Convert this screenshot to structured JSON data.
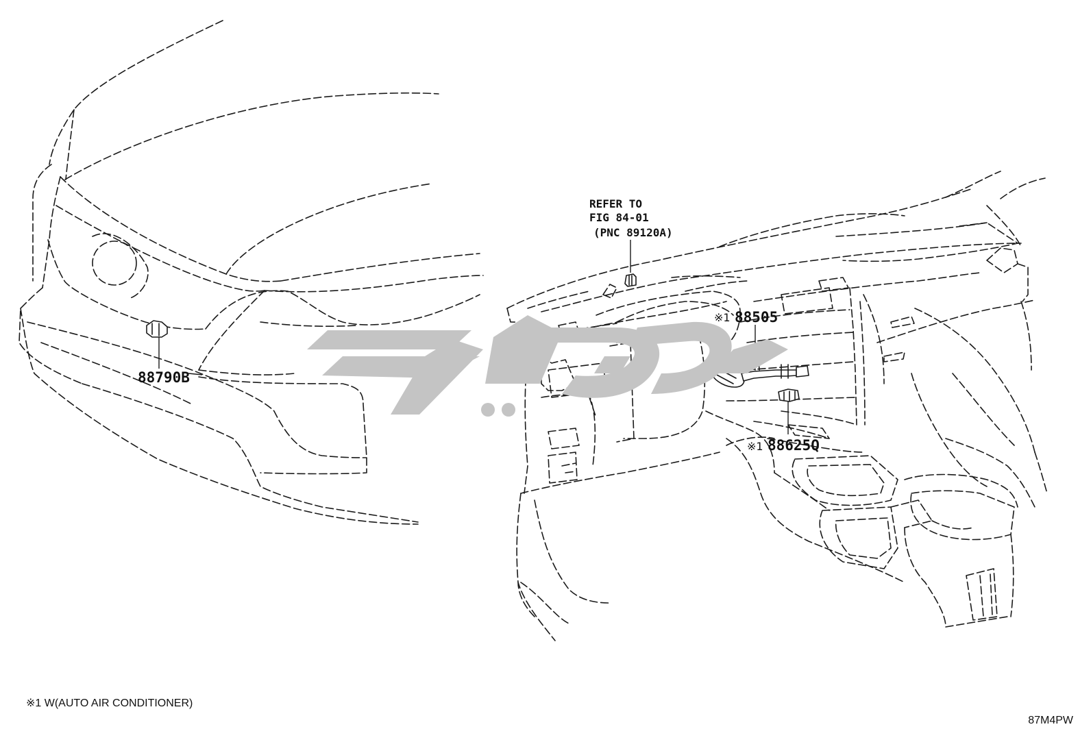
{
  "callouts": {
    "front_sensor": {
      "part_no": "88790B"
    },
    "cabin_sensor": {
      "prefix": "※1",
      "part_no": "88505"
    },
    "connector": {
      "prefix": "※1",
      "part_no": "88625Q"
    }
  },
  "reference": {
    "line1": "REFER TO",
    "line2": "FIG 84-01",
    "line3": "(PNC 89120A)"
  },
  "footnote": "※1 W(AUTO AIR CONDITIONER)",
  "illustration_code": "87M4PW",
  "icons": {
    "watermark": "watermark-logo",
    "front_sensor": "ambient-sensor-icon",
    "cabin_sensor": "room-temp-sensor-icon",
    "connector": "connector-icon",
    "ref_part": "clip-icon"
  },
  "colors": {
    "line": "#1a1a1a",
    "watermark": "#c4c4c4",
    "background": "#ffffff"
  }
}
